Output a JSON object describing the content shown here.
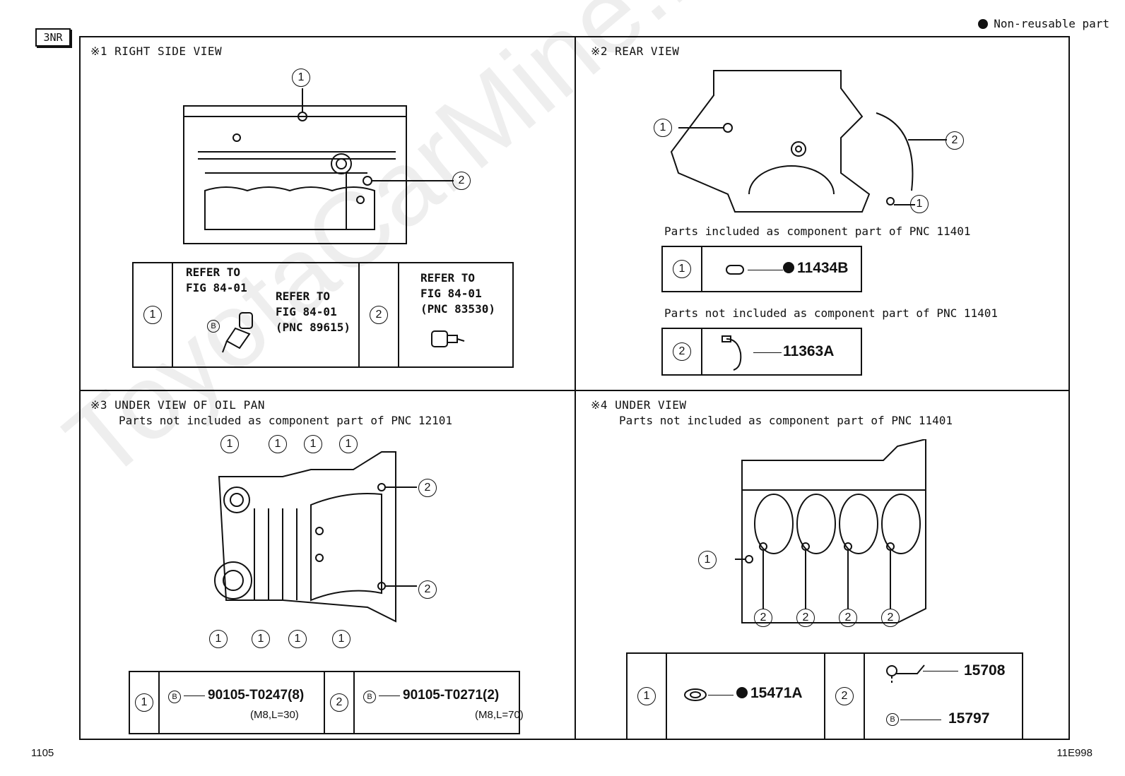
{
  "header": {
    "model_tag": "3NR",
    "legend_label": "Non-reusable part"
  },
  "watermark": "ToyotaCarMine.ru",
  "panels": {
    "right_side": {
      "title": "※1 RIGHT SIDE VIEW",
      "table": {
        "row1": {
          "ref_a": "REFER TO\nFIG 84-01",
          "ref_b": "REFER TO\nFIG 84-01\n(PNC 89615)"
        },
        "row2": {
          "ref": "REFER TO\nFIG 84-01\n(PNC 83530)"
        }
      }
    },
    "rear": {
      "title": "※2 REAR VIEW",
      "note_included": "Parts included as component part of PNC 11401",
      "part1": "11434B",
      "note_not_included": "Parts not included as component part of PNC 11401",
      "part2": "11363A"
    },
    "oil_pan": {
      "title": "※3 UNDER VIEW OF OIL PAN",
      "note": "Parts not included as component part of PNC 12101",
      "part1": "90105-T0247(8)",
      "part1_spec": "(M8,L=30)",
      "part2": "90105-T0271(2)",
      "part2_spec": "(M8,L=70)"
    },
    "under": {
      "title": "※4 UNDER VIEW",
      "note": "Parts not included as component part of PNC 11401",
      "part1": "15471A",
      "part2a": "15708",
      "part2b": "15797"
    }
  },
  "callouts": {
    "one": "1",
    "two": "2",
    "b": "B"
  },
  "footer": {
    "page": "1105",
    "fig_code": "11E998"
  }
}
